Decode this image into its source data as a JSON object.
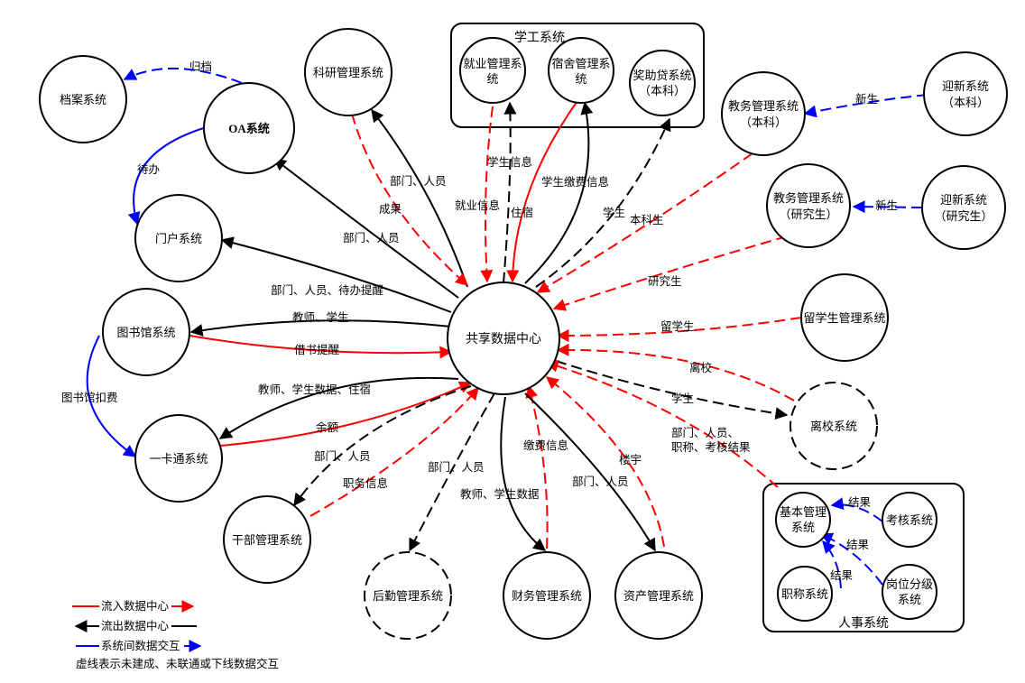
{
  "colors": {
    "inflow": "#ff0000",
    "outflow": "#000000",
    "intersystem": "#0000ff"
  },
  "groups": {
    "student_affairs": "学工系统",
    "personnel": "人事系统"
  },
  "nodes": {
    "hub": "共享数据中心",
    "archive": "档案系统",
    "oa": "OA系统",
    "portal": "门户系统",
    "research": "科研管理系统",
    "employment": [
      "就业管理系",
      "统"
    ],
    "dorm": [
      "宿舍管理系",
      "统"
    ],
    "aid": [
      "奖助贷系统",
      "（本科）"
    ],
    "academic_ug": [
      "教务管理系统",
      "（本科）"
    ],
    "freshman_ug": [
      "迎新系统",
      "（本科）"
    ],
    "academic_grad": [
      "教务管理系统",
      "（研究生）"
    ],
    "freshman_grad": [
      "迎新系统",
      "（研究生）"
    ],
    "library": "图书馆系统",
    "card": "一卡通系统",
    "cadre": "干部管理系统",
    "logistics": "后勤管理系统",
    "finance": "财务管理系统",
    "assets": "资产管理系统",
    "intl_students": "留学生管理系统",
    "leaving": "离校系统",
    "hr_basic": [
      "基本管理",
      "系统"
    ],
    "assessment": "考核系统",
    "title": "职称系统",
    "post_grade": [
      "岗位分级",
      "系统"
    ]
  },
  "edge_labels": {
    "archive": "归档",
    "todo": "待办",
    "research_out": "部门、人员",
    "research_in": "成果",
    "oa_out": "部门、人员",
    "portal_out": "部门、人员、待办提醒",
    "employment_out": "学生信息",
    "employment_in": "就业信息",
    "dorm_in": "住宿",
    "dorm_out": "学生缴费信息",
    "aid_out": "学生",
    "academic_ug_in": "本科生",
    "freshman_ug": "新生",
    "freshman_grad": "新生",
    "academic_grad_in": "研究生",
    "library_out": "教师、学生",
    "library_in": "借书提醒",
    "library_card": "图书馆扣费",
    "intl_in": "留学生",
    "leaving_in": "离校",
    "leaving_out": "学生",
    "card_out": "教师、学生数据、住宿",
    "card_in": "余额",
    "hr_in": [
      "部门、人员、",
      "职称、考核结果"
    ],
    "cadre_out": "部门、人员",
    "cadre_in": "职务信息",
    "logistics_out": "部门、人员",
    "finance_in": "缴费信息",
    "finance_out": "教师、学生数据",
    "assets_out": "部门、人员",
    "assets_in": "楼宇",
    "result_assessment": "结果",
    "result_post": "结果",
    "result_title": "结果"
  },
  "legend": {
    "inflow": "流入数据中心",
    "outflow": "流出数据中心",
    "intersystem": "系统间数据交互",
    "note": "虚线表示未建成、未联通或下线数据交互"
  }
}
